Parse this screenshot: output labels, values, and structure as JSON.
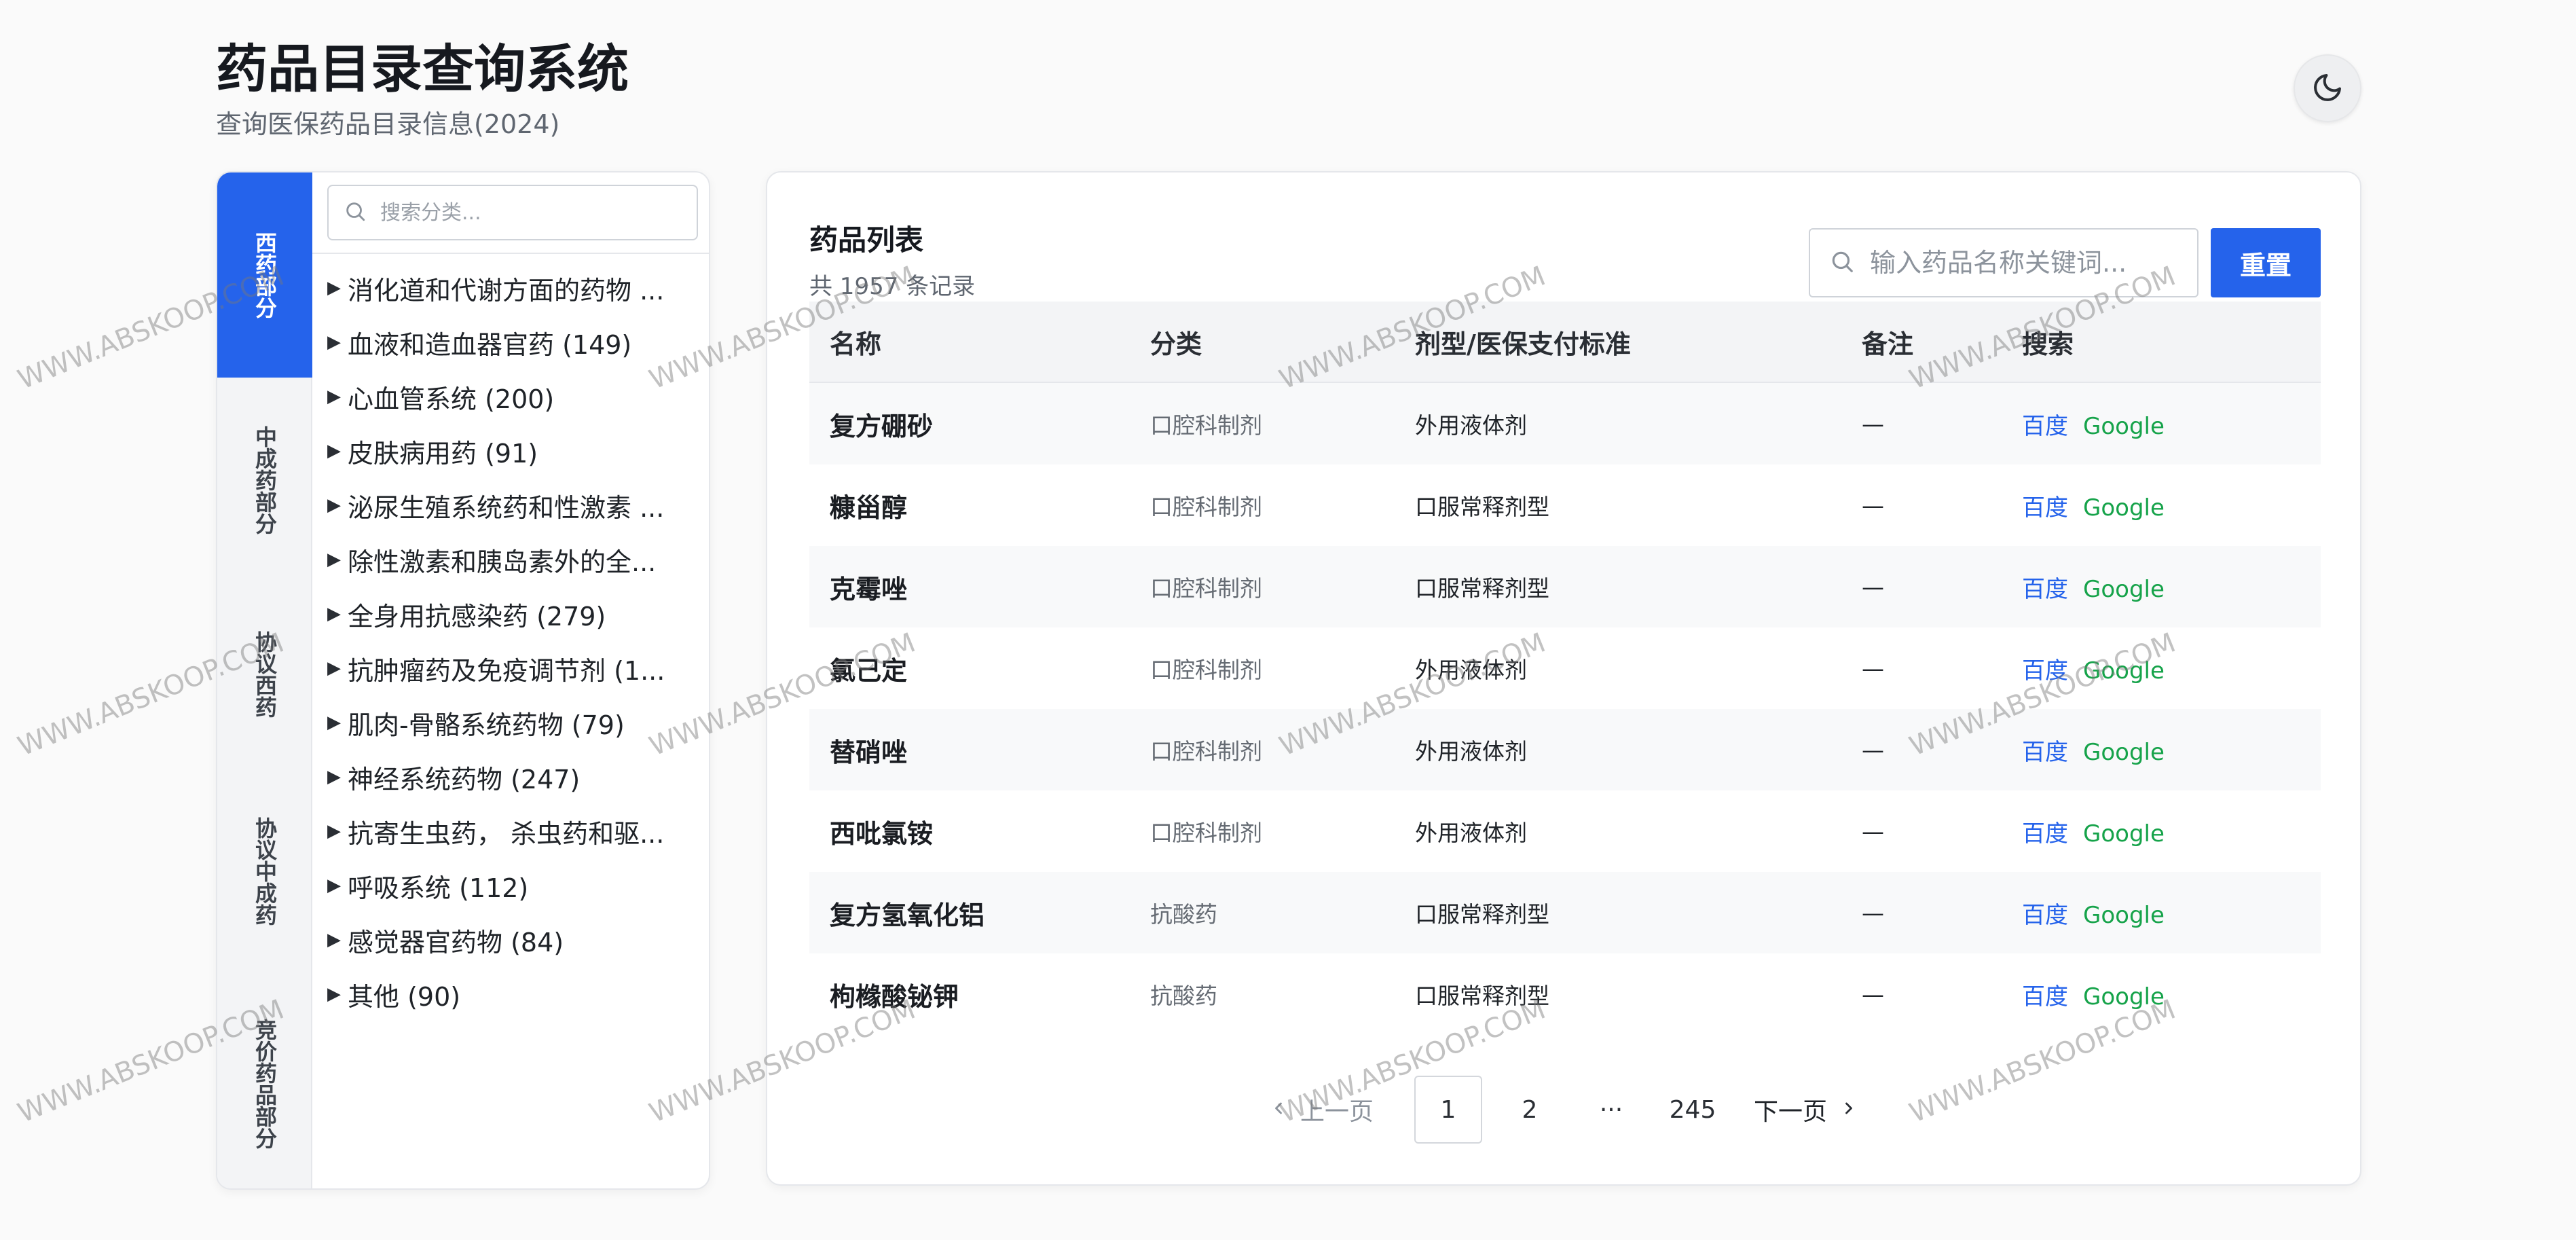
{
  "header": {
    "title": "药品目录查询系统",
    "subtitle": "查询医保药品目录信息(2024)",
    "theme_toggle_icon": "moon-icon"
  },
  "sidebar": {
    "tabs": [
      {
        "label": "西药部分",
        "active": true
      },
      {
        "label": "中成药部分",
        "active": false
      },
      {
        "label": "协议西药",
        "active": false
      },
      {
        "label": "协议中成药",
        "active": false
      },
      {
        "label": "竞价药品部分",
        "active": false
      }
    ],
    "search_placeholder": "搜索分类...",
    "categories": [
      "消化道和代谢方面的药物 ...",
      "血液和造血器官药 (149)",
      "心血管系统 (200)",
      "皮肤病用药 (91)",
      "泌尿生殖系统药和性激素 ...",
      "除性激素和胰岛素外的全...",
      "全身用抗感染药 (279)",
      "抗肿瘤药及免疫调节剂 (1...",
      "肌肉-骨骼系统药物 (79)",
      "神经系统药物 (247)",
      "抗寄生虫药， 杀虫药和驱...",
      "呼吸系统 (112)",
      "感觉器官药物 (84)",
      "其他 (90)"
    ]
  },
  "main": {
    "list_title": "药品列表",
    "record_count": "共 1957 条记录",
    "search_placeholder": "输入药品名称关键词...",
    "reset_label": "重置",
    "columns": [
      "名称",
      "分类",
      "剂型/医保支付标准",
      "备注",
      "搜索"
    ],
    "rows": [
      {
        "name": "复方硼砂",
        "category": "口腔科制剂",
        "form": "外用液体剂",
        "note": "—",
        "baidu": "百度",
        "google": "Google"
      },
      {
        "name": "糠甾醇",
        "category": "口腔科制剂",
        "form": "口服常释剂型",
        "note": "—",
        "baidu": "百度",
        "google": "Google"
      },
      {
        "name": "克霉唑",
        "category": "口腔科制剂",
        "form": "口服常释剂型",
        "note": "—",
        "baidu": "百度",
        "google": "Google"
      },
      {
        "name": "氯己定",
        "category": "口腔科制剂",
        "form": "外用液体剂",
        "note": "—",
        "baidu": "百度",
        "google": "Google"
      },
      {
        "name": "替硝唑",
        "category": "口腔科制剂",
        "form": "外用液体剂",
        "note": "—",
        "baidu": "百度",
        "google": "Google"
      },
      {
        "name": "西吡氯铵",
        "category": "口腔科制剂",
        "form": "外用液体剂",
        "note": "—",
        "baidu": "百度",
        "google": "Google"
      },
      {
        "name": "复方氢氧化铝",
        "category": "抗酸药",
        "form": "口服常释剂型",
        "note": "—",
        "baidu": "百度",
        "google": "Google"
      },
      {
        "name": "枸橼酸铋钾",
        "category": "抗酸药",
        "form": "口服常释剂型",
        "note": "—",
        "baidu": "百度",
        "google": "Google"
      }
    ],
    "pagination": {
      "prev": "上一页",
      "pages": [
        "1",
        "2",
        "···",
        "245"
      ],
      "current": "1",
      "next": "下一页"
    }
  },
  "watermark": "WWW.ABSKOOP.COM",
  "colors": {
    "accent": "#2563eb",
    "google_link": "#16a34a",
    "background": "#fafafa"
  }
}
